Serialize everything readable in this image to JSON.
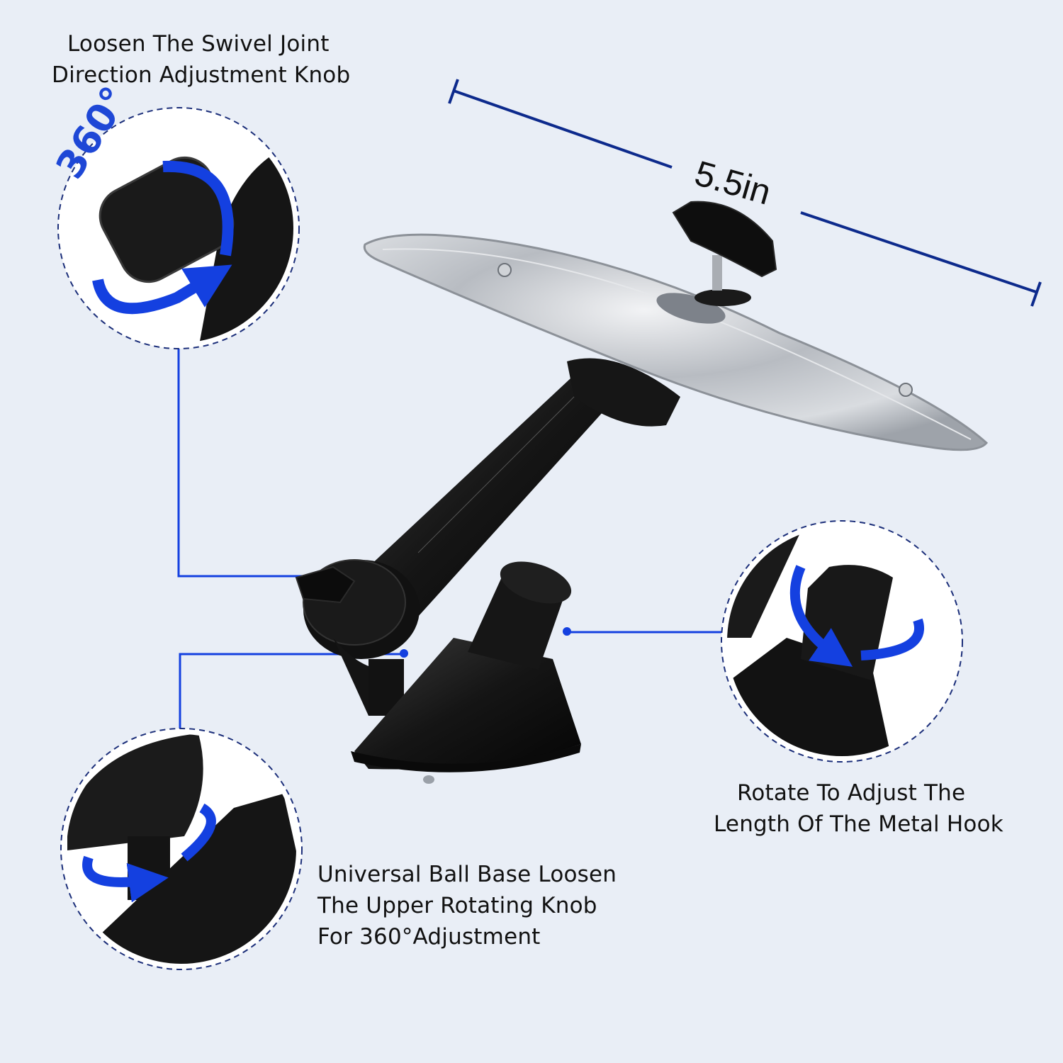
{
  "colors": {
    "background": "#e9eef6",
    "accent_blue": "#1440e0",
    "line_navy": "#0d2a8c",
    "product_black": "#141414",
    "steel": "#c8ccd2"
  },
  "dimension": {
    "label": "5.5in"
  },
  "callouts": {
    "swivel_joint": {
      "lines": [
        "Loosen The Swivel Joint",
        "Direction Adjustment Knob"
      ],
      "badge": "360°",
      "icon": "rotate-arrow-icon"
    },
    "metal_hook": {
      "lines": [
        "Rotate To Adjust The",
        "Length Of The Metal Hook"
      ],
      "icon": "rotate-arrow-icon"
    },
    "ball_base": {
      "lines": [
        "Universal Ball Base Loosen",
        "The Upper Rotating Knob",
        "For 360°Adjustment"
      ],
      "icon": "rotate-arrow-icon"
    }
  }
}
